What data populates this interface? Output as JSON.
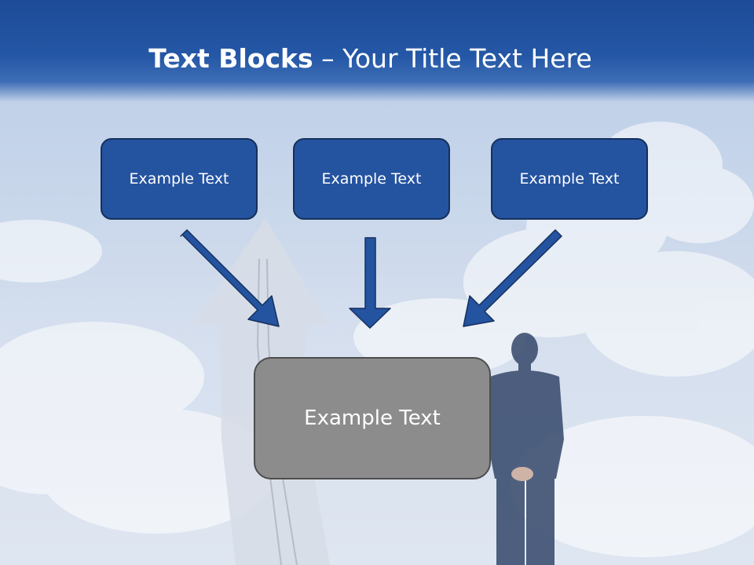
{
  "slide": {
    "title_bold": "Text Blocks",
    "title_sep": " – ",
    "title_rest": "Your Title Text Here"
  },
  "blocks": [
    {
      "label": "Example Text"
    },
    {
      "label": "Example Text"
    },
    {
      "label": "Example Text"
    }
  ],
  "center_block": {
    "label": "Example Text"
  },
  "colors": {
    "title_band": "#2457a6",
    "block_fill": "#2453a0",
    "block_border": "#16305c",
    "center_fill": "#8c8c8c",
    "center_border": "#4d4d4d",
    "arrow_fill": "#2453a0"
  },
  "icons": {
    "background": "sky-clouds-road-arrow-businessman-image",
    "connectors": [
      "arrow-down-right-icon",
      "arrow-down-icon",
      "arrow-down-left-icon"
    ]
  }
}
